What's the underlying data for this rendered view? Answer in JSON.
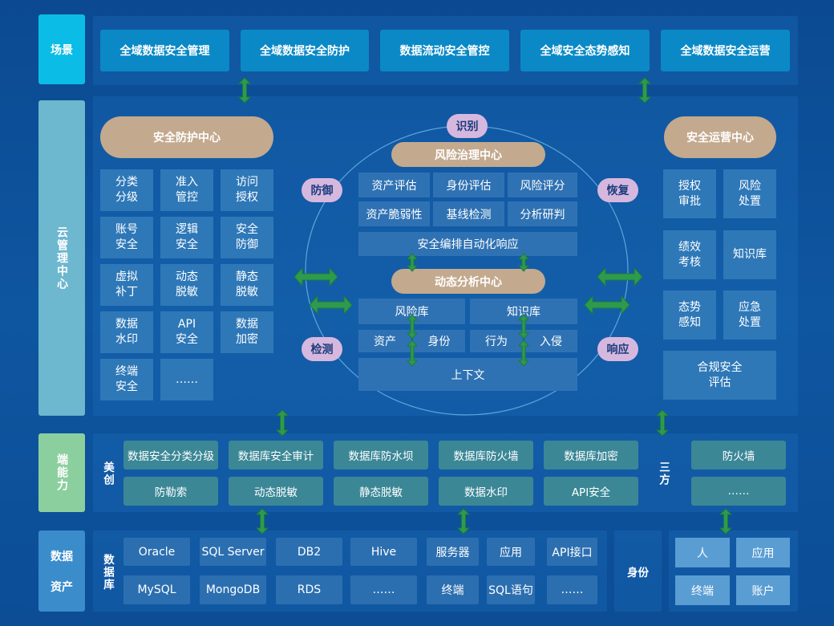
{
  "sidebar": {
    "scene": "场景",
    "cloud": "云管理中心",
    "endpoint": "端能力",
    "assets_line1": "数据",
    "assets_line2": "资产"
  },
  "scenes": [
    "全域数据安全管理",
    "全域数据安全防护",
    "数据流动安全管控",
    "全域安全态势感知",
    "全域数据安全运营"
  ],
  "protection_center": {
    "title": "安全防护中心",
    "items": [
      "分类\n分级",
      "准入\n管控",
      "访问\n授权",
      "账号\n安全",
      "逻辑\n安全",
      "安全\n防御",
      "虚拟\n补丁",
      "动态\n脱敏",
      "静态\n脱敏",
      "数据\n水印",
      "API\n安全",
      "数据\n加密",
      "终端\n安全",
      "……"
    ]
  },
  "operation_center": {
    "title": "安全运营中心",
    "items": [
      "授权\n审批",
      "风险\n处置",
      "绩效\n考核",
      "知识库",
      "态势\n感知",
      "应急\n处置"
    ],
    "wide": "合规安全\n评估"
  },
  "cycle": {
    "identify": "识别",
    "defend": "防御",
    "recover": "恢复",
    "detect": "检测",
    "respond": "响应"
  },
  "risk_center": {
    "title": "风险治理中心",
    "items": [
      "资产评估",
      "身份评估",
      "风险评分",
      "资产脆弱性",
      "基线检测",
      "分析研判"
    ],
    "wide": "安全编排自动化响应"
  },
  "analysis_center": {
    "title": "动态分析中心",
    "libs": [
      "风险库",
      "知识库"
    ],
    "subs": [
      "资产",
      "身份",
      "行为",
      "入侵"
    ],
    "context": "上下文"
  },
  "capabilities": {
    "vendor": "美创",
    "row1": [
      "数据安全分类分级",
      "数据库安全审计",
      "数据库防水坝",
      "数据库防火墙",
      "数据库加密"
    ],
    "row2": [
      "防勒索",
      "动态脱敏",
      "静态脱敏",
      "数据水印",
      "API安全"
    ],
    "third_party": "三方",
    "third_items": [
      "防火墙",
      "……"
    ]
  },
  "assets": {
    "db_label": "数据库",
    "row1": [
      "Oracle",
      "SQL Server",
      "DB2",
      "Hive",
      "服务器",
      "应用",
      "API接口"
    ],
    "row2": [
      "MySQL",
      "MongoDB",
      "RDS",
      "……",
      "终端",
      "SQL语句",
      "……"
    ],
    "identity": "身份",
    "id_items": [
      "人",
      "应用",
      "终端",
      "账户"
    ]
  },
  "colors": {
    "arrow": "#2e9a4e",
    "pill": "#c3a98e",
    "label": "#d6b8df"
  }
}
